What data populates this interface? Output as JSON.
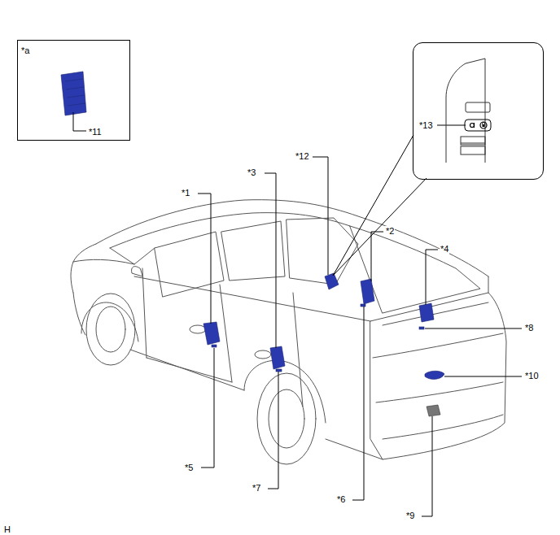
{
  "diagram": {
    "nodes": [
      {
        "text": [
          "*a",
          "*11"
        ]
      },
      {
        "text": [
          "*13"
        ]
      }
    ],
    "labels": [
      "*1",
      "*3",
      "*12",
      "*2",
      "*4",
      "*8",
      "*10",
      "*5",
      "*7",
      "*6",
      "*9",
      "H"
    ]
  }
}
